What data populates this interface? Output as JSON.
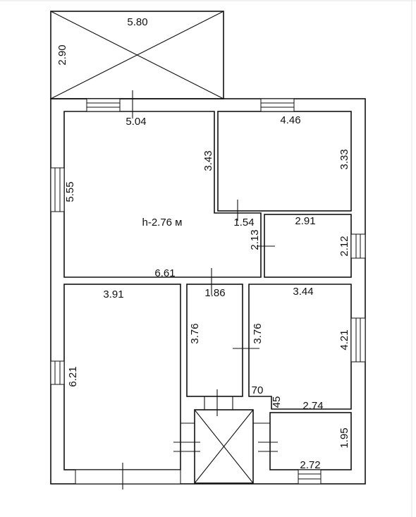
{
  "plan": {
    "height_label": "h-2.76 м",
    "dimensions": {
      "terrace_w": "5.80",
      "terrace_h": "2.90",
      "living_w": "5.04",
      "living_h": "5.55",
      "living_w2": "6.61",
      "living_step": "1.54",
      "living_bay_h": "2.13",
      "kitchen_w": "4.46",
      "kitchen_h_left": "3.43",
      "kitchen_h_right": "3.33",
      "room_small_w": "2.91",
      "room_small_h": "2.12",
      "bedroom_w": "3.91",
      "bedroom_h": "6.21",
      "hall_w": "1.86",
      "hall_h": "3.76",
      "bedroom2_h_left": "3.76",
      "bedroom2_w": "3.44",
      "bedroom2_h": "4.21",
      "offset_a": "70",
      "offset_b": "45",
      "bath_w_top": "2.74",
      "bath_h": "1.95",
      "bath_w_bottom": "2.72"
    }
  }
}
